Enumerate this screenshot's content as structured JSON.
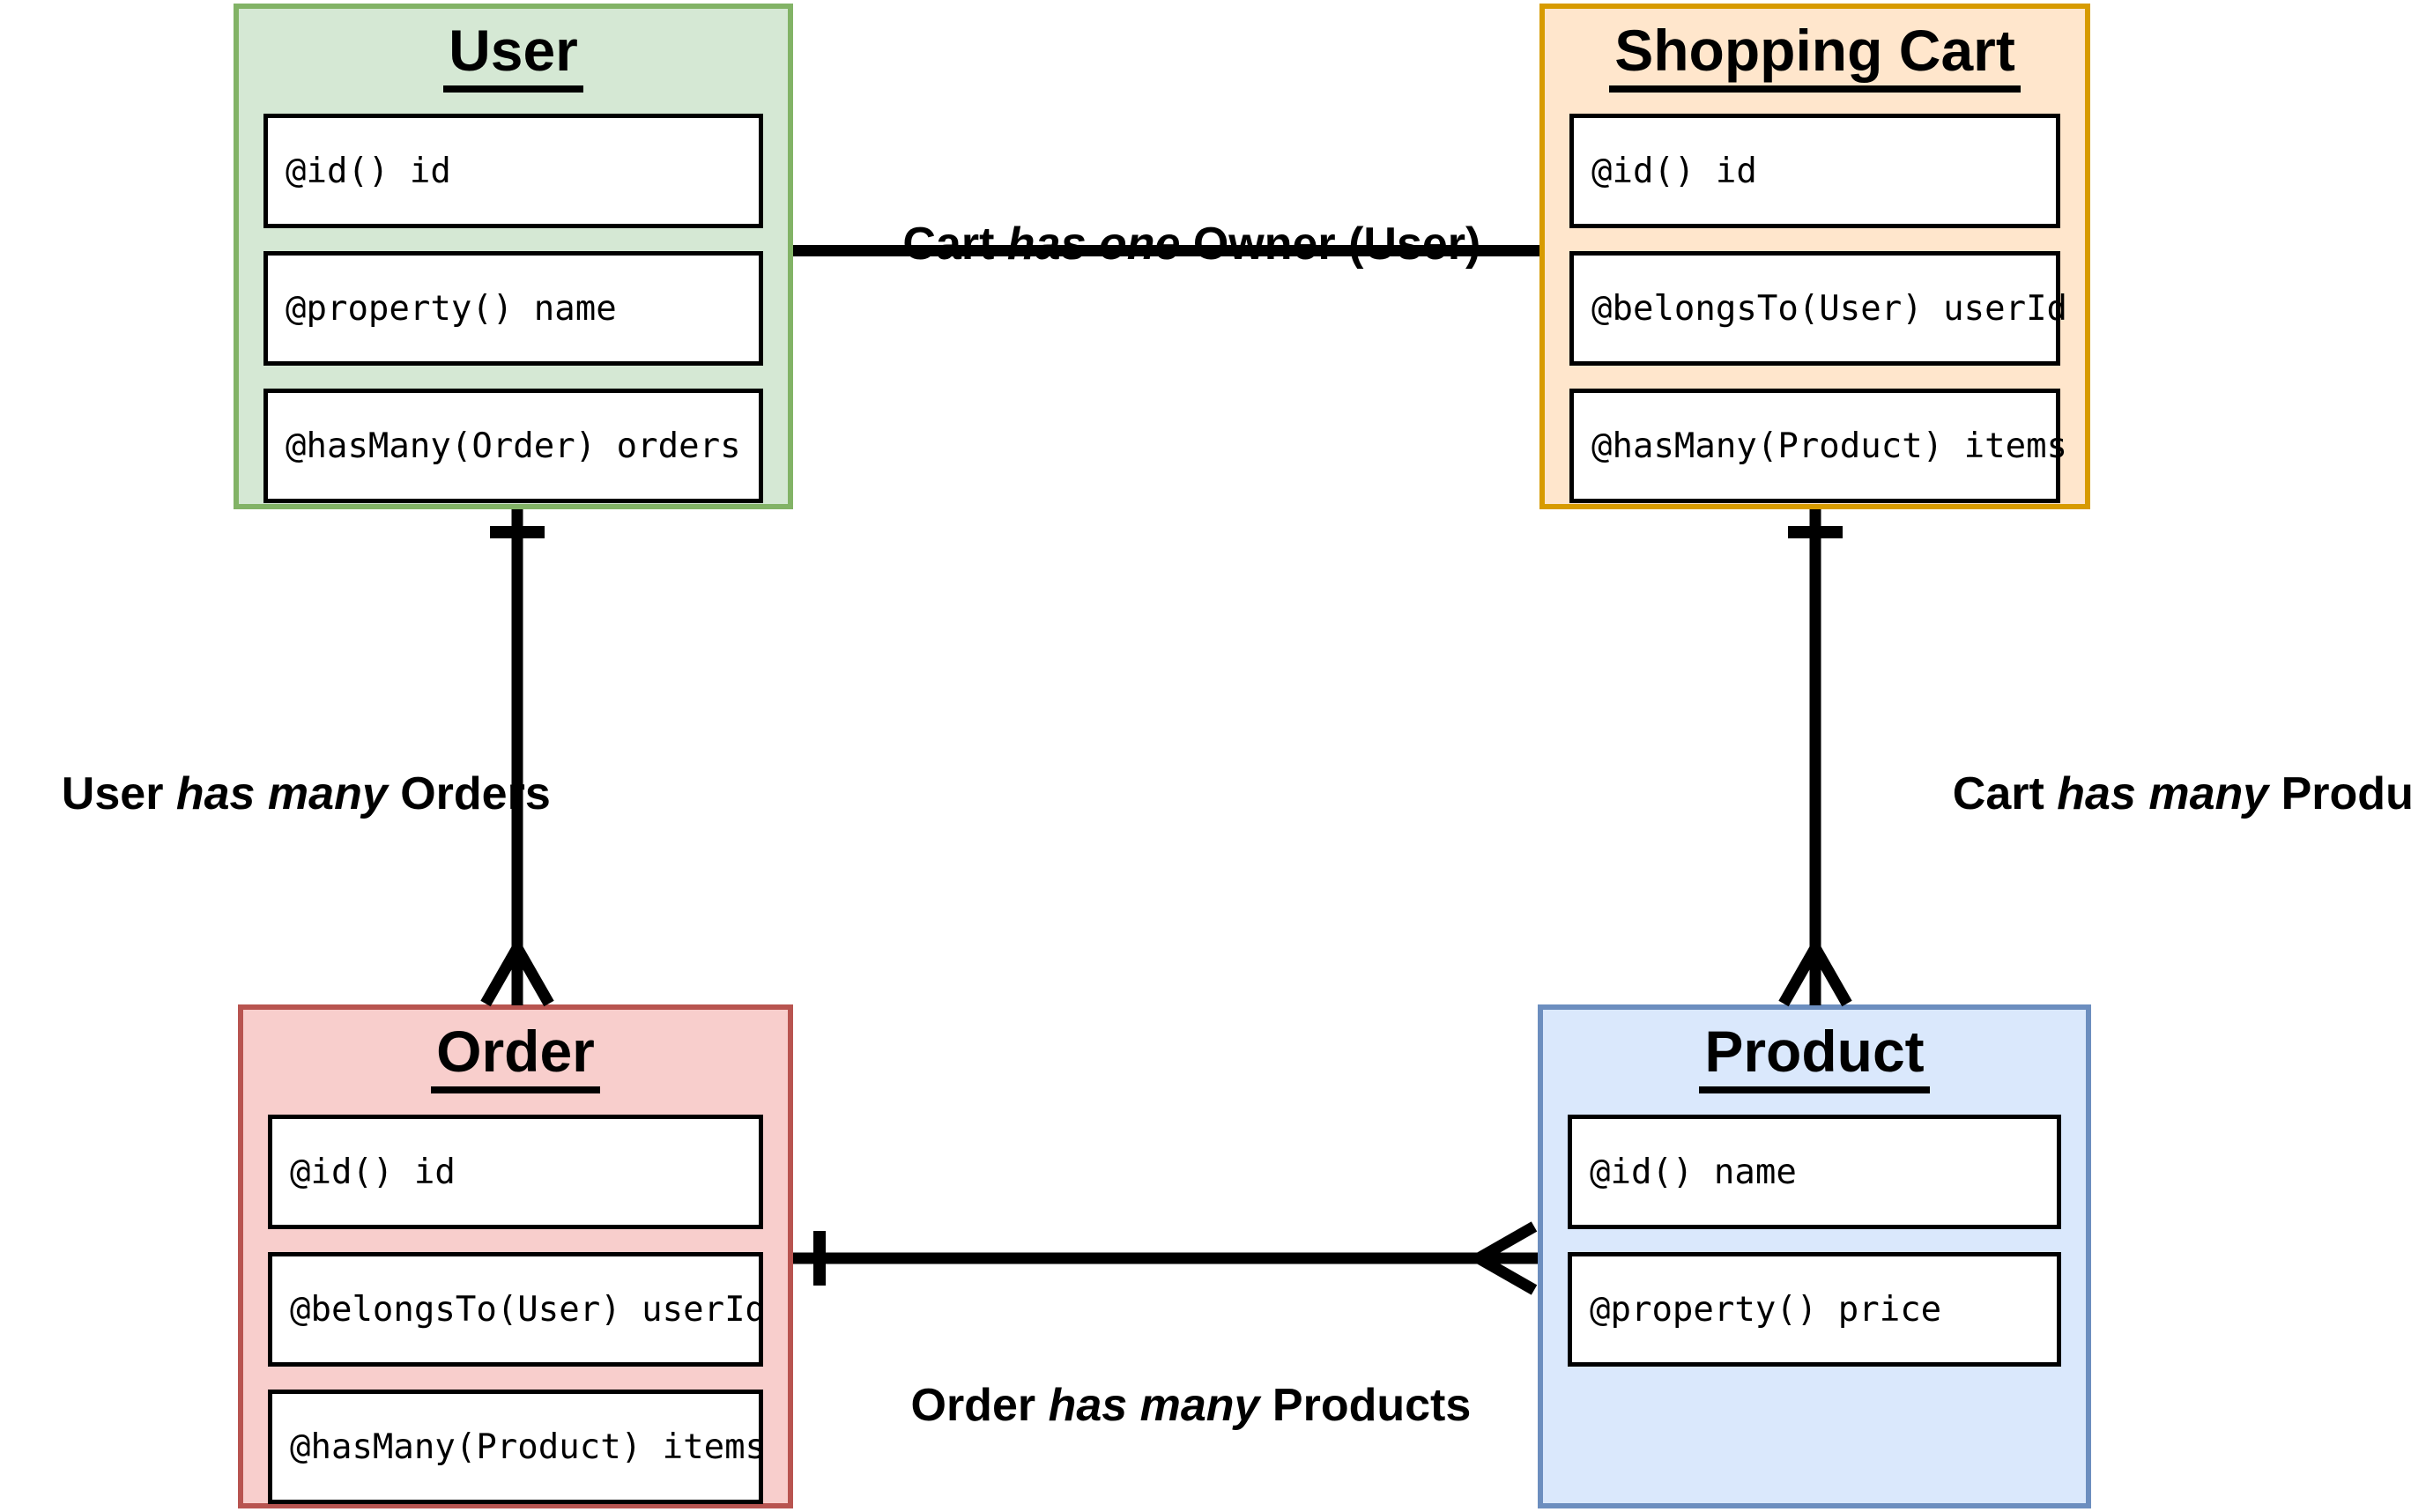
{
  "diagram": {
    "background": "#ffffff",
    "line_color": "#000000",
    "entities": {
      "user": {
        "title": "User",
        "fields": [
          "@id() id",
          "@property() name",
          "@hasMany(Order) orders"
        ],
        "fill": "#d5e8d4",
        "stroke": "#82b366"
      },
      "shopping_cart": {
        "title": "Shopping Cart",
        "fields": [
          "@id() id",
          "@belongsTo(User) userId",
          "@hasMany(Product) items"
        ],
        "fill": "#ffe6cc",
        "stroke": "#d79b00"
      },
      "order": {
        "title": "Order",
        "fields": [
          "@id() id",
          "@belongsTo(User) userId",
          "@hasMany(Product) items"
        ],
        "fill": "#f8cecc",
        "stroke": "#b85450"
      },
      "product": {
        "title": "Product",
        "fields": [
          "@id() name",
          "@property() price"
        ],
        "fill": "#dae8fc",
        "stroke": "#6c8ebf"
      }
    },
    "relationships": {
      "user_cart": {
        "from": "Cart ",
        "verb": "has one",
        "to": " Owner (User)",
        "from_marker": "none",
        "to_marker": "none"
      },
      "user_order": {
        "from": "User ",
        "verb": "has many",
        "to": " Orders",
        "from_marker": "one",
        "to_marker": "many"
      },
      "cart_product": {
        "from": "Cart ",
        "verb": "has many",
        "to": " Products",
        "from_marker": "one",
        "to_marker": "many"
      },
      "order_product": {
        "from": "Order ",
        "verb": "has many",
        "to": " Products",
        "from_marker": "one",
        "to_marker": "many"
      }
    }
  }
}
